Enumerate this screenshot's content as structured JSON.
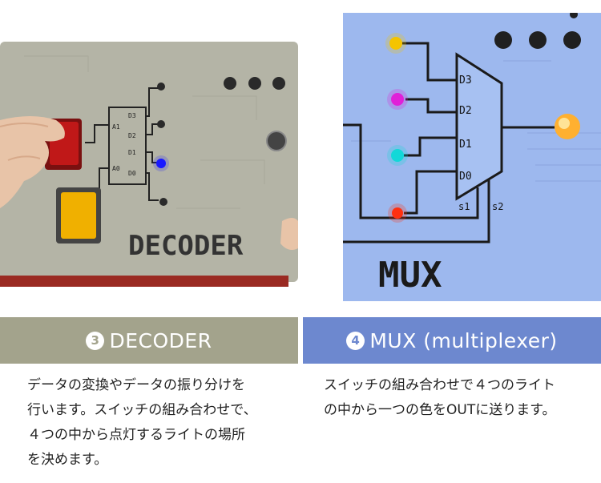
{
  "decoder": {
    "number": "3",
    "title": "DECODER",
    "photo_label": "DECODER",
    "pins": {
      "a1": "A1",
      "a0": "A0",
      "d3": "D3",
      "d2": "D2",
      "d1": "D1",
      "d0": "D0"
    },
    "desc_lines": [
      "データの変換やデータの振り分けを",
      "行います。スイッチの組み合わせで、",
      "４つの中から点灯するライトの場所",
      "を決めます。"
    ]
  },
  "mux": {
    "number": "4",
    "title": "MUX (multiplexer)",
    "photo_label": "MUX",
    "pins": {
      "d3": "D3",
      "d2": "D2",
      "d1": "D1",
      "d0": "D0",
      "s1": "s1",
      "s2": "s2"
    },
    "desc_lines": [
      "スイッチの組み合わせで４つのライト",
      "の中から一つの色をOUTに送ります。"
    ]
  },
  "colors": {
    "decoder_accent": "#a3a38c",
    "mux_accent": "#6d88cf",
    "led_blue": "#1a1aff",
    "led_yellow": "#f5c400",
    "led_magenta": "#e020d8",
    "led_cyan": "#12d8d8",
    "led_red": "#ff3010",
    "led_out": "#ffb030"
  }
}
